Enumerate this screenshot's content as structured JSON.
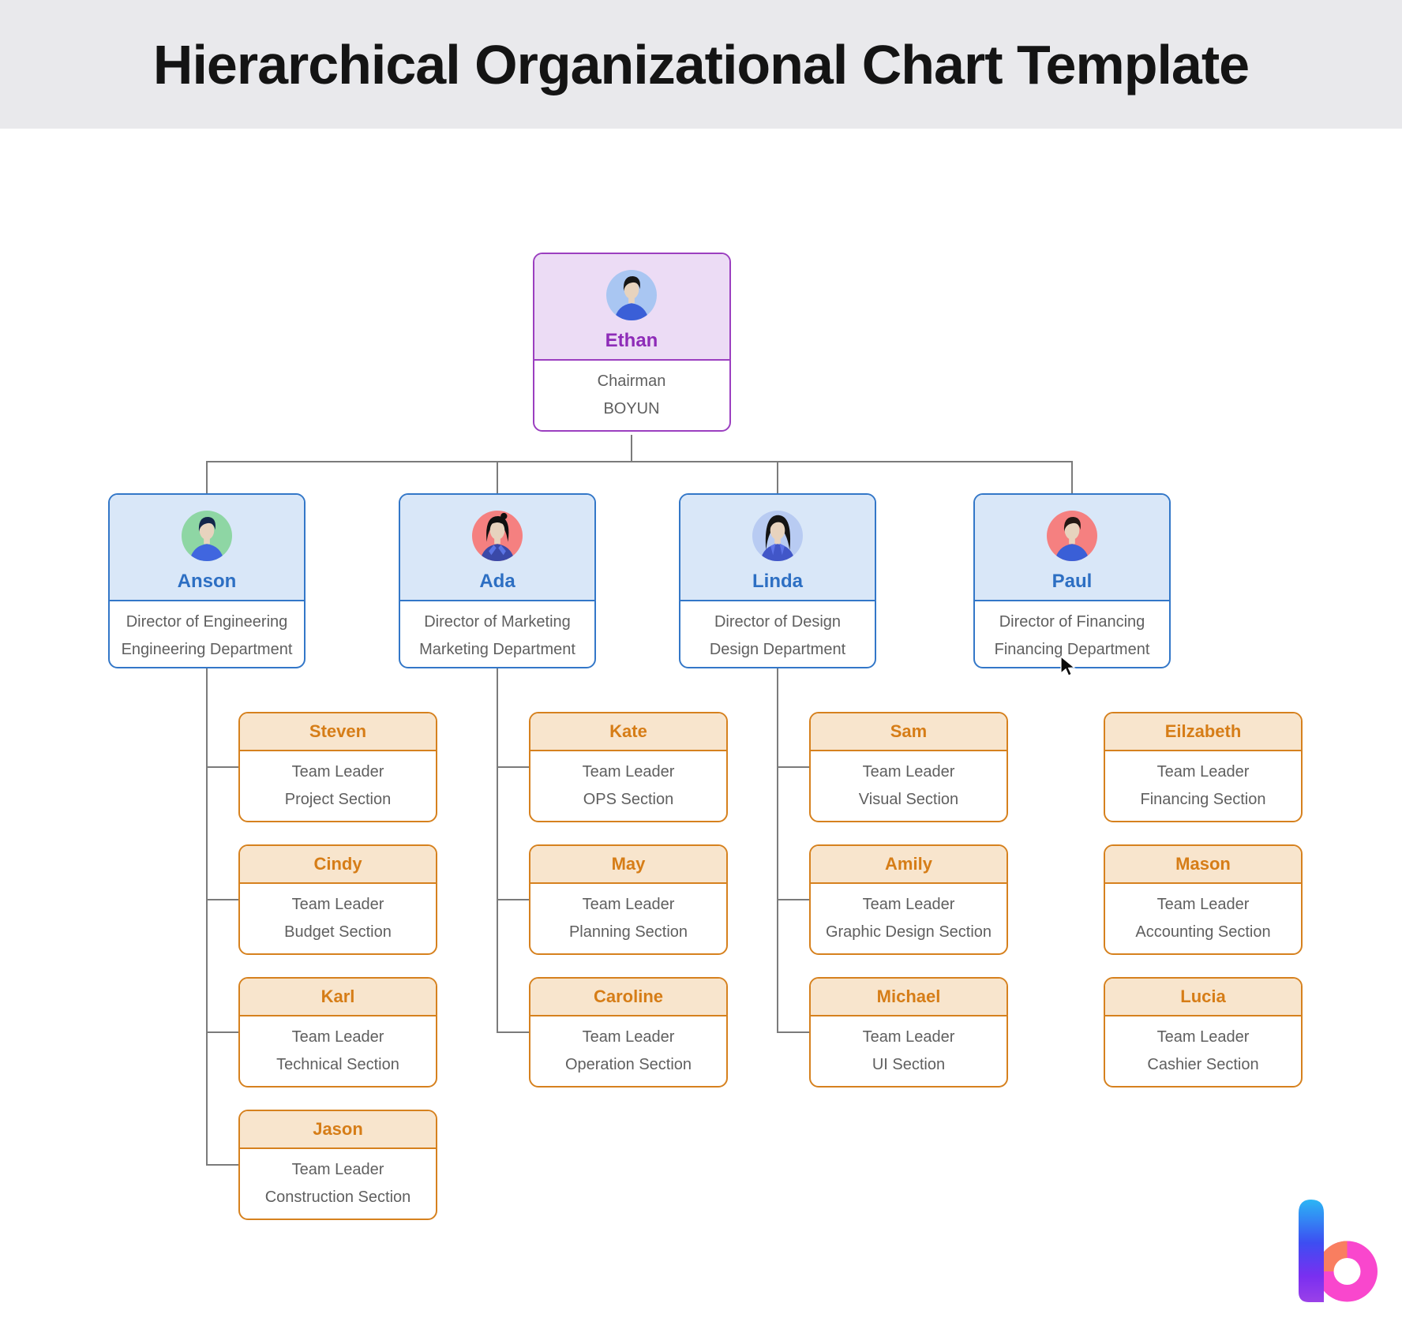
{
  "header": {
    "title": "Hierarchical Organizational Chart Template"
  },
  "colors": {
    "page_bg": "#ffffff",
    "band_bg": "#e9e9ec",
    "title_text": "#141414",
    "connector_line": "#7b7b7b",
    "body_text": "#5f5f5f",
    "themes": {
      "purple": {
        "border": "#9b3fc0",
        "fill": "#ecdcf5",
        "name": "#8e2cb8"
      },
      "blue": {
        "border": "#3377c8",
        "fill": "#d9e7f8",
        "name": "#2d6fc3"
      },
      "orange": {
        "border": "#d6811e",
        "fill": "#f8e5cd",
        "name": "#d67d17"
      }
    }
  },
  "org": {
    "root": {
      "name": "Ethan",
      "lines": [
        "Chairman",
        "BOYUN"
      ],
      "theme": "purple",
      "avatar": {
        "style": "male",
        "bg": "#a9c6f2",
        "shirt": "#3a5fd7",
        "hair": "#161616"
      }
    },
    "directors": [
      {
        "name": "Anson",
        "lines": [
          "Director of Engineering",
          "Engineering Department"
        ],
        "theme": "blue",
        "avatar": {
          "style": "male",
          "bg": "#8ed6a4",
          "shirt": "#4066df",
          "hair": "#13264a"
        },
        "children": [
          {
            "name": "Steven",
            "lines": [
              "Team Leader",
              "Project Section"
            ],
            "theme": "orange"
          },
          {
            "name": "Cindy",
            "lines": [
              "Team Leader",
              "Budget Section"
            ],
            "theme": "orange"
          },
          {
            "name": "Karl",
            "lines": [
              "Team Leader",
              "Technical Section"
            ],
            "theme": "orange"
          },
          {
            "name": "Jason",
            "lines": [
              "Team Leader",
              "Construction Section"
            ],
            "theme": "orange"
          }
        ]
      },
      {
        "name": "Ada",
        "lines": [
          "Director of Marketing",
          "Marketing Department"
        ],
        "theme": "blue",
        "avatar": {
          "style": "bun",
          "bg": "#f58080",
          "shirt": "#3a49a8",
          "hair": "#101010",
          "accent": "#5b74e4"
        },
        "children": [
          {
            "name": "Kate",
            "lines": [
              "Team Leader",
              "OPS Section"
            ],
            "theme": "orange"
          },
          {
            "name": "May",
            "lines": [
              "Team Leader",
              "Planning Section"
            ],
            "theme": "orange"
          },
          {
            "name": "Caroline",
            "lines": [
              "Team Leader",
              "Operation Section"
            ],
            "theme": "orange"
          }
        ]
      },
      {
        "name": "Linda",
        "lines": [
          "Director of Design",
          "Design Department"
        ],
        "theme": "blue",
        "avatar": {
          "style": "long",
          "bg": "#b8cbf2",
          "shirt": "#4156c8",
          "hair": "#141414",
          "accent": "#5d73e8"
        },
        "children": [
          {
            "name": "Sam",
            "lines": [
              "Team Leader",
              "Visual Section"
            ],
            "theme": "orange"
          },
          {
            "name": "Amily",
            "lines": [
              "Team Leader",
              "Graphic Design Section"
            ],
            "theme": "orange"
          },
          {
            "name": "Michael",
            "lines": [
              "Team Leader",
              "UI Section"
            ],
            "theme": "orange"
          }
        ]
      },
      {
        "name": "Paul",
        "lines": [
          "Director of Financing",
          "Financing Department"
        ],
        "theme": "blue",
        "avatar": {
          "style": "male",
          "bg": "#f58080",
          "shirt": "#3a5fd7",
          "hair": "#231713"
        },
        "children": [
          {
            "name": "Eilzabeth",
            "lines": [
              "Team Leader",
              "Financing Section"
            ],
            "theme": "orange"
          },
          {
            "name": "Mason",
            "lines": [
              "Team Leader",
              "Accounting Section"
            ],
            "theme": "orange"
          },
          {
            "name": "Lucia",
            "lines": [
              "Team Leader",
              "Cashier Section"
            ],
            "theme": "orange"
          }
        ]
      }
    ]
  },
  "logo": {
    "name": "boyun-b-logo",
    "stem_gradient": [
      "#2bb6f5",
      "#3d4ef2",
      "#7a2ff0",
      "#9a41e8"
    ],
    "bowl_color": "#f947cd",
    "accent_color": "#f97e60"
  },
  "cursor": {
    "type": "arrow"
  }
}
